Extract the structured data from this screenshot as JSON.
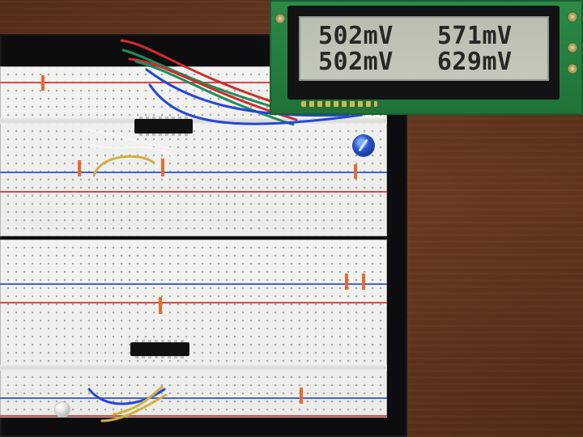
{
  "lcd": {
    "line1_left": "502mV",
    "line1_right": "571mV",
    "line2_left": "502mV",
    "line2_right": "629mV",
    "text_color": "#252925",
    "screen_color": "#c3c8ba",
    "board_color": "#1e7337"
  },
  "breadboard": {
    "board_color": "#f0f0ee",
    "red_rail_color": "#d74a4a",
    "blue_rail_color": "#3f63d9"
  },
  "wires": {
    "red": "#cf2d2d",
    "green": "#1b8f5a",
    "blue": "#2446d8",
    "white": "#f5f5f5",
    "yellow": "#d1b03f",
    "orange": "#e86b2d"
  },
  "icons": {
    "potentiometer": "blue-potentiometer-icon",
    "led": "white-led-icon",
    "chip": "ic-chip-icon"
  }
}
